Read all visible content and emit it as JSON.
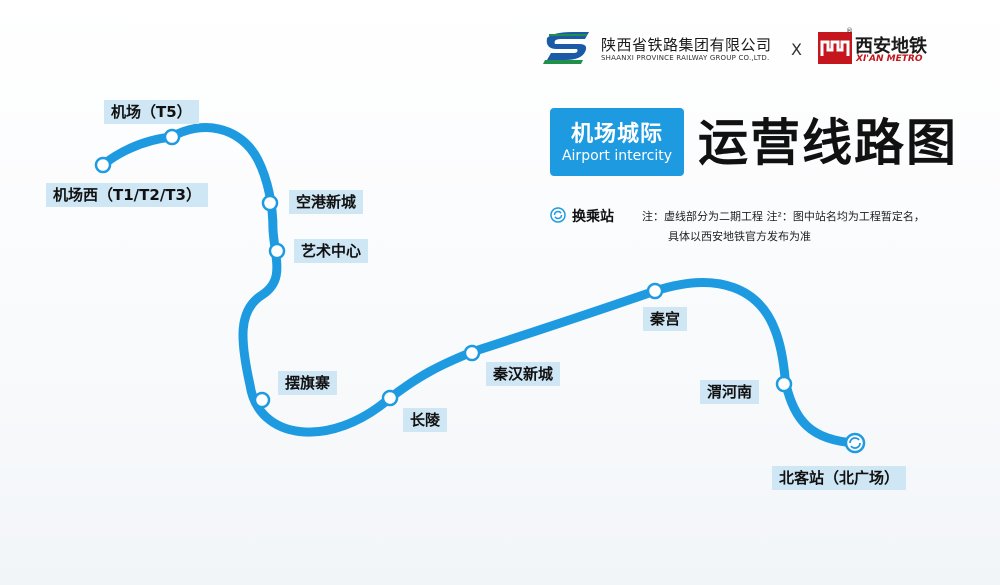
{
  "header": {
    "org_cn": "陕西省铁路集团有限公司",
    "org_en": "SHAANXI PROVINCE RAILWAY GROUP CO.,LTD.",
    "cross": "X",
    "metro_cn": "西安地铁",
    "metro_en": "XI'AN METRO",
    "metro_reg": "®"
  },
  "badge": {
    "cn": "机场城际",
    "en": "Airport intercity"
  },
  "title": "运营线路图",
  "legend": {
    "interchange_label": "换乘站",
    "note_line1": "注：虚线部分为二期工程    注²：图中站名均为工程暂定名，",
    "note_line2": "具体以西安地铁官方发布为准"
  },
  "colors": {
    "line": "#1e9be0",
    "label_bg": "#cfe6f4",
    "brand_green": "#1f8f4a",
    "brand_blue": "#1a5aa6",
    "metro_red": "#c4161c"
  },
  "stations": [
    {
      "id": "jichangxi",
      "name": "机场西（T1/T2/T3）"
    },
    {
      "id": "t5",
      "name": "机场（T5）"
    },
    {
      "id": "konggang",
      "name": "空港新城"
    },
    {
      "id": "yiyuan",
      "name": "艺术中心"
    },
    {
      "id": "baiqizhai",
      "name": "摆旗寨"
    },
    {
      "id": "changling",
      "name": "长陵"
    },
    {
      "id": "qinhan",
      "name": "秦汉新城"
    },
    {
      "id": "qingong",
      "name": "秦宫"
    },
    {
      "id": "weihenan",
      "name": "渭河南"
    },
    {
      "id": "beikezhan",
      "name": "北客站（北广场）"
    }
  ]
}
